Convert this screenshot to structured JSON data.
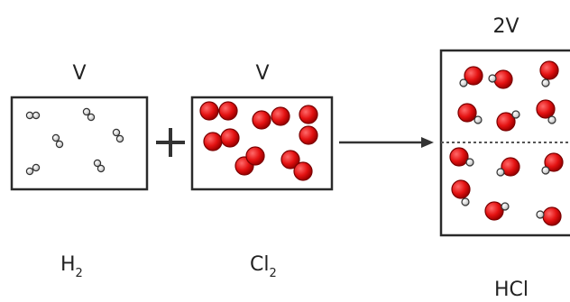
{
  "colors": {
    "chlorine": "#e01010",
    "chlorine_stroke": "#7a0000",
    "hydrogen": "#c8c8c8",
    "hydrogen_stroke": "#333333",
    "box_stroke": "#2a2a2a",
    "divider": "#555555"
  },
  "hydrogen_box": {
    "volume_label": "V",
    "formula_base": "H",
    "formula_sub": "2"
  },
  "plus_sign": "+",
  "chlorine_box": {
    "volume_label": "V",
    "formula_base": "Cl",
    "formula_sub": "2"
  },
  "product_box": {
    "volume_label": "2V",
    "formula": "HCl"
  },
  "icons": {
    "plus": "plus-icon",
    "arrow": "reaction-arrow-icon"
  }
}
